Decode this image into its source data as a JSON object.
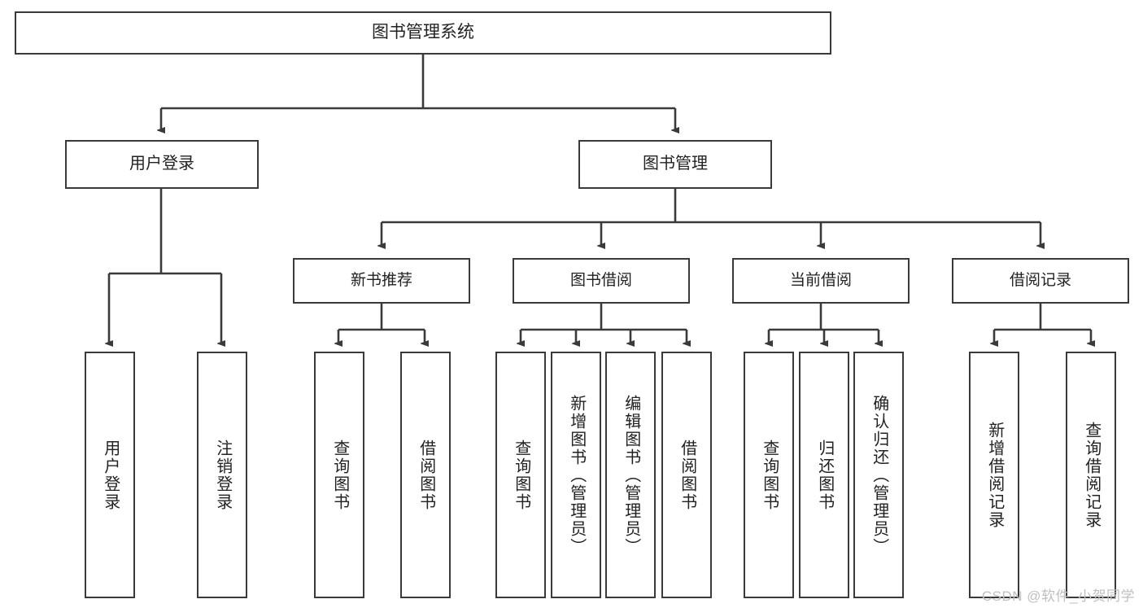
{
  "diagram": {
    "title": "图书管理系统",
    "type": "tree-hierarchy-chart",
    "root": {
      "label": "图书管理系统"
    },
    "level1": [
      {
        "label": "用户登录"
      },
      {
        "label": "图书管理"
      }
    ],
    "level2": [
      {
        "label": "新书推荐"
      },
      {
        "label": "图书借阅"
      },
      {
        "label": "当前借阅"
      },
      {
        "label": "借阅记录"
      }
    ],
    "leaves": {
      "user_login": [
        {
          "label": "用户登录"
        },
        {
          "label": "注销登录"
        }
      ],
      "new_book_recommend": [
        {
          "label": "查询图书"
        },
        {
          "label": "借阅图书"
        }
      ],
      "book_borrow": [
        {
          "label": "查询图书"
        },
        {
          "label": "新增图书（管理员）"
        },
        {
          "label": "编辑图书（管理员）"
        },
        {
          "label": "借阅图书"
        }
      ],
      "current_borrow": [
        {
          "label": "查询图书"
        },
        {
          "label": "归还图书"
        },
        {
          "label": "确认归还（管理员）"
        }
      ],
      "borrow_record": [
        {
          "label": "新增借阅记录"
        },
        {
          "label": "查询借阅记录"
        }
      ]
    }
  },
  "watermark": {
    "text": "CSDN @软件_小贺同学"
  },
  "colors": {
    "stroke": "#3a3a3a",
    "background": "#ffffff",
    "text": "#222222",
    "watermark": "#bfbfbf"
  }
}
